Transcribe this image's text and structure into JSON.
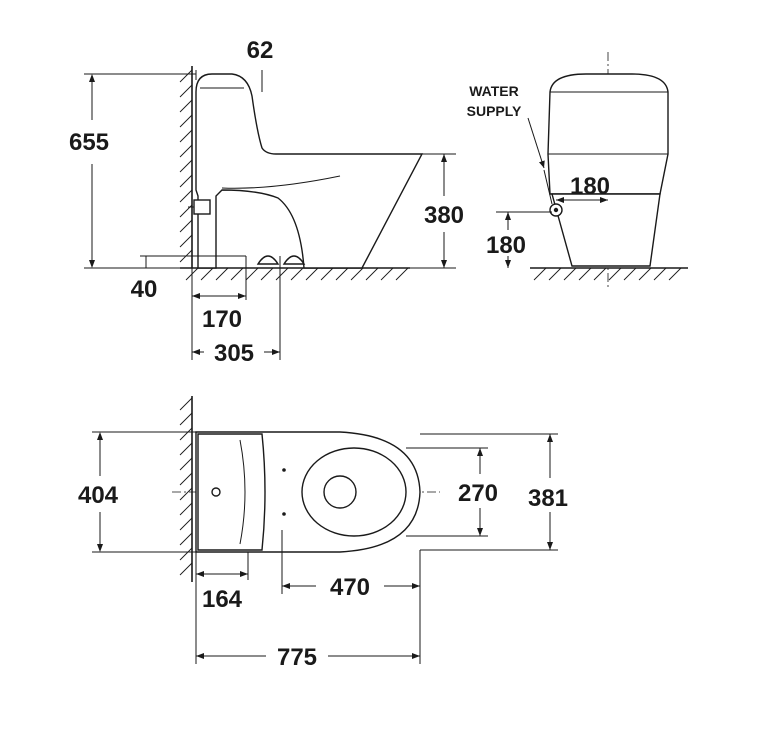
{
  "side_view": {
    "dims": {
      "height_total": "655",
      "tank_offset": "62",
      "bowl_height": "380",
      "floor_offset": "40",
      "outlet_distance": "170",
      "rough_in": "305"
    }
  },
  "back_view": {
    "water_supply_label_line1": "WATER",
    "water_supply_label_line2": "SUPPLY",
    "dims": {
      "supply_offset": "180",
      "supply_height": "180"
    }
  },
  "top_view": {
    "dims": {
      "tank_width": "404",
      "seat_opening": "270",
      "bowl_width": "381",
      "tank_depth": "164",
      "bowl_length": "470",
      "overall_length": "775"
    }
  }
}
